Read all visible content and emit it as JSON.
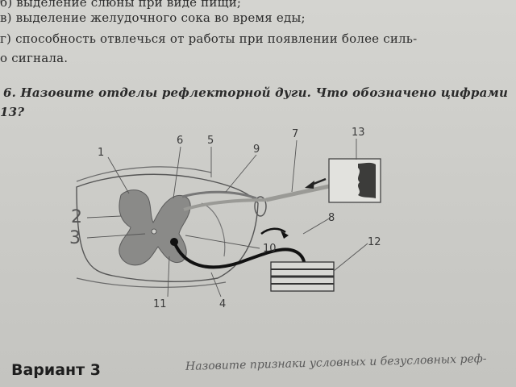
{
  "options": [
    "б) выделение слюны при виде пищи;",
    "в) выделение желудочного сока во время еды;",
    "г) способность отвлечься от работы при появлении более силь-",
    "о сигнала."
  ],
  "question": {
    "line1": "6. Назовите отделы рефлекторной дуги. Что обозначено цифрами",
    "line2": "13?"
  },
  "diagram_labels": {
    "n1": "1",
    "n2": "2",
    "n3": "3",
    "n4": "4",
    "n5": "5",
    "n6": "6",
    "n7": "7",
    "n8": "8",
    "n9": "9",
    "n10": "10",
    "n11": "11",
    "n12": "12",
    "n13": "13"
  },
  "variant": "Вариант 3",
  "cut_text": "Назовите признаки условных и безусловных реф-"
}
